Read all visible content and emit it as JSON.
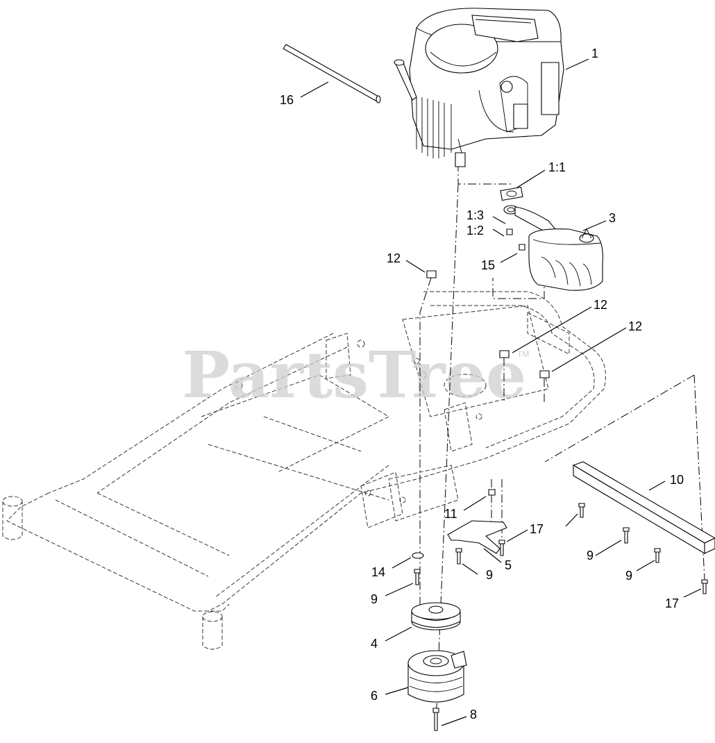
{
  "watermark": {
    "text": "PartsTree",
    "tm": "TM"
  },
  "callouts": {
    "c1": "1",
    "c1_1": "1:1",
    "c1_3": "1:3",
    "c1_2": "1:2",
    "c3": "3",
    "c15": "15",
    "c16": "16",
    "c12a": "12",
    "c12b": "12",
    "c12c": "12",
    "c10": "10",
    "c11": "11",
    "c17a": "17",
    "c17b": "17",
    "c5": "5",
    "c9a": "9",
    "c9b": "9",
    "c9c": "9",
    "c9d": "9",
    "c14": "14",
    "c4": "4",
    "c6": "6",
    "c8": "8"
  },
  "colors": {
    "line": "#000000",
    "background": "#ffffff",
    "watermark": "#cfcfcf"
  }
}
